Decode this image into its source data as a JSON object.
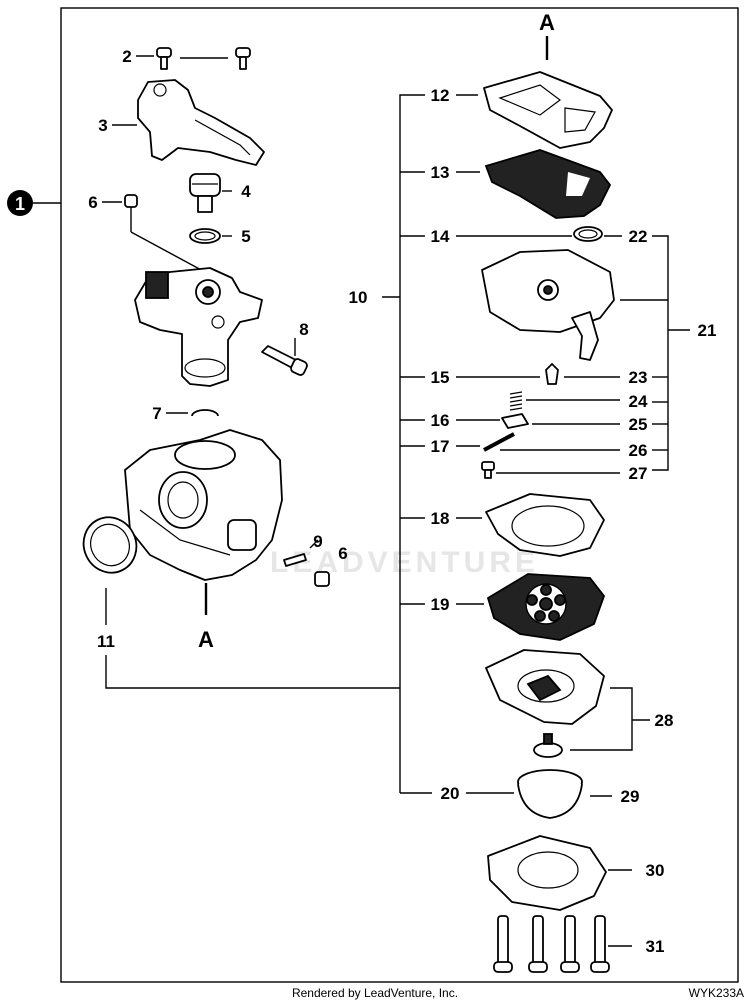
{
  "assembly_callout": "1",
  "section_marker": "A",
  "watermark": "LEADVENTURE",
  "labels": {
    "p2": "2",
    "p3": "3",
    "p4": "4",
    "p5": "5",
    "p6a": "6",
    "p6b": "6",
    "p7": "7",
    "p8": "8",
    "p9": "9",
    "p10": "10",
    "p11": "11",
    "p12": "12",
    "p13": "13",
    "p14": "14",
    "p15": "15",
    "p16": "16",
    "p17": "17",
    "p18": "18",
    "p19": "19",
    "p20": "20",
    "p21": "21",
    "p22": "22",
    "p23": "23",
    "p24": "24",
    "p25": "25",
    "p26": "26",
    "p27": "27",
    "p28": "28",
    "p29": "29",
    "p30": "30",
    "p31": "31"
  },
  "footer": {
    "credit": "Rendered by LeadVenture, Inc.",
    "code": "WYK233A"
  }
}
